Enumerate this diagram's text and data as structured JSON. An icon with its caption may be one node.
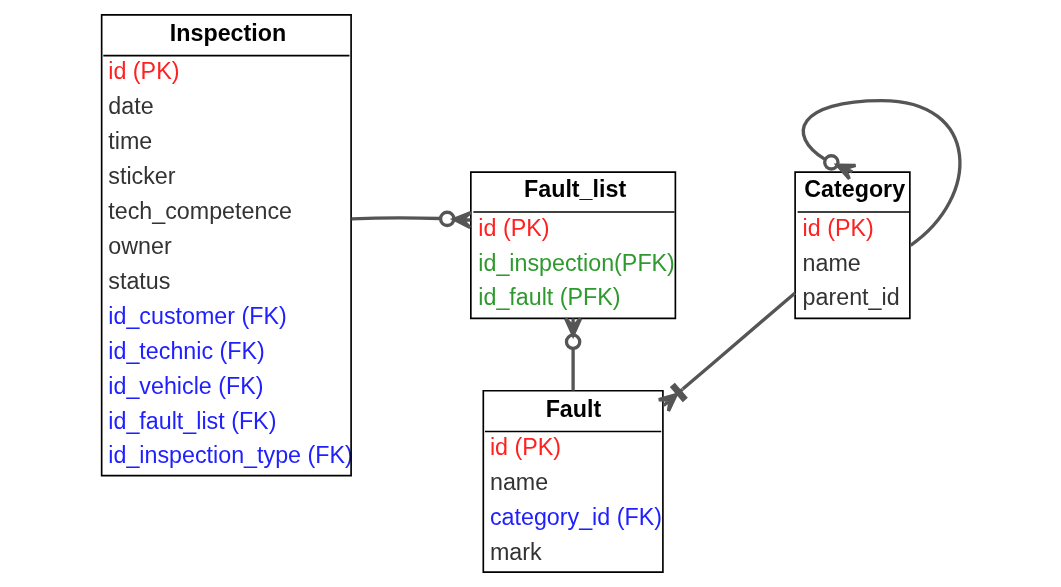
{
  "diagram": {
    "nodes": [
      {
        "text": [
          "Inspection",
          "id (PK)",
          "date",
          "time",
          "sticker",
          "tech_competence",
          "owner",
          "status",
          "id_customer (FK)",
          "id_technic (FK)",
          "id_vehicle (FK)",
          "id_fault_list (FK)",
          "id_inspection_type (FK)"
        ]
      },
      {
        "text": [
          "Fault_list",
          "id (PK)",
          "id_inspection(PFK)",
          "id_fault (PFK)"
        ]
      },
      {
        "text": [
          "Fault",
          "id (PK)",
          "name",
          "category_id (FK)",
          "mark"
        ]
      },
      {
        "text": [
          "Category",
          "id (PK)",
          "name",
          "parent_id"
        ]
      }
    ],
    "edges": [
      {
        "from": 0,
        "to": 1,
        "arrow": "other"
      },
      {
        "from": 2,
        "to": 1,
        "arrow": "other"
      },
      {
        "from": 3,
        "to": 2,
        "arrow": "other"
      },
      {
        "from": 3,
        "to": 3,
        "arrow": "other"
      }
    ]
  }
}
